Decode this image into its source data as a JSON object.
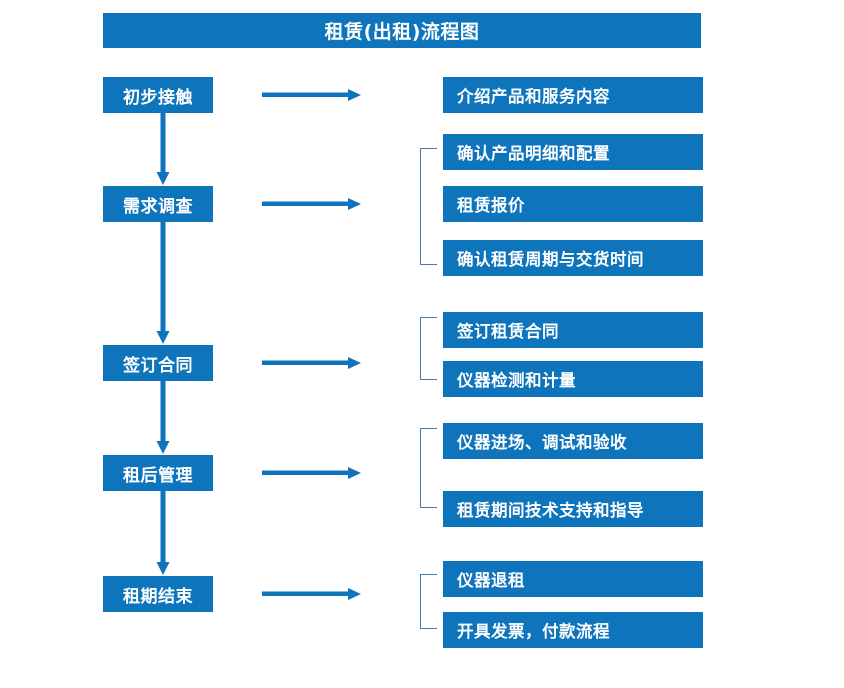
{
  "chart_title": "租赁(出租)流程图",
  "colors": {
    "box_fill": "#0E74BC",
    "box_text": "#FFFFFF",
    "arrow": "#0E74BC",
    "bracket": "#4A79B0",
    "background": "#FFFFFF"
  },
  "stages": [
    {
      "label": "初步接触",
      "details": [
        "介绍产品和服务内容"
      ]
    },
    {
      "label": "需求调查",
      "details": [
        "确认产品明细和配置",
        "租赁报价",
        "确认租赁周期与交货时间"
      ]
    },
    {
      "label": "签订合同",
      "details": [
        "签订租赁合同",
        "仪器检测和计量"
      ]
    },
    {
      "label": "租后管理",
      "details": [
        "仪器进场、调试和验收",
        "租赁期间技术支持和指导"
      ]
    },
    {
      "label": "租期结束",
      "details": [
        "仪器退租",
        "开具发票，付款流程"
      ]
    }
  ],
  "detail_boxes": [
    "介绍产品和服务内容",
    "确认产品明细和配置",
    "租赁报价",
    "确认租赁周期与交货时间",
    "签订租赁合同",
    "仪器检测和计量",
    "仪器进场、调试和验收",
    "租赁期间技术支持和指导",
    "仪器退租",
    "开具发票，付款流程"
  ],
  "icons": {
    "flow_arrow_right": "right-arrow-icon",
    "flow_arrow_down": "down-arrow-icon",
    "group_bracket": "bracket-icon"
  }
}
